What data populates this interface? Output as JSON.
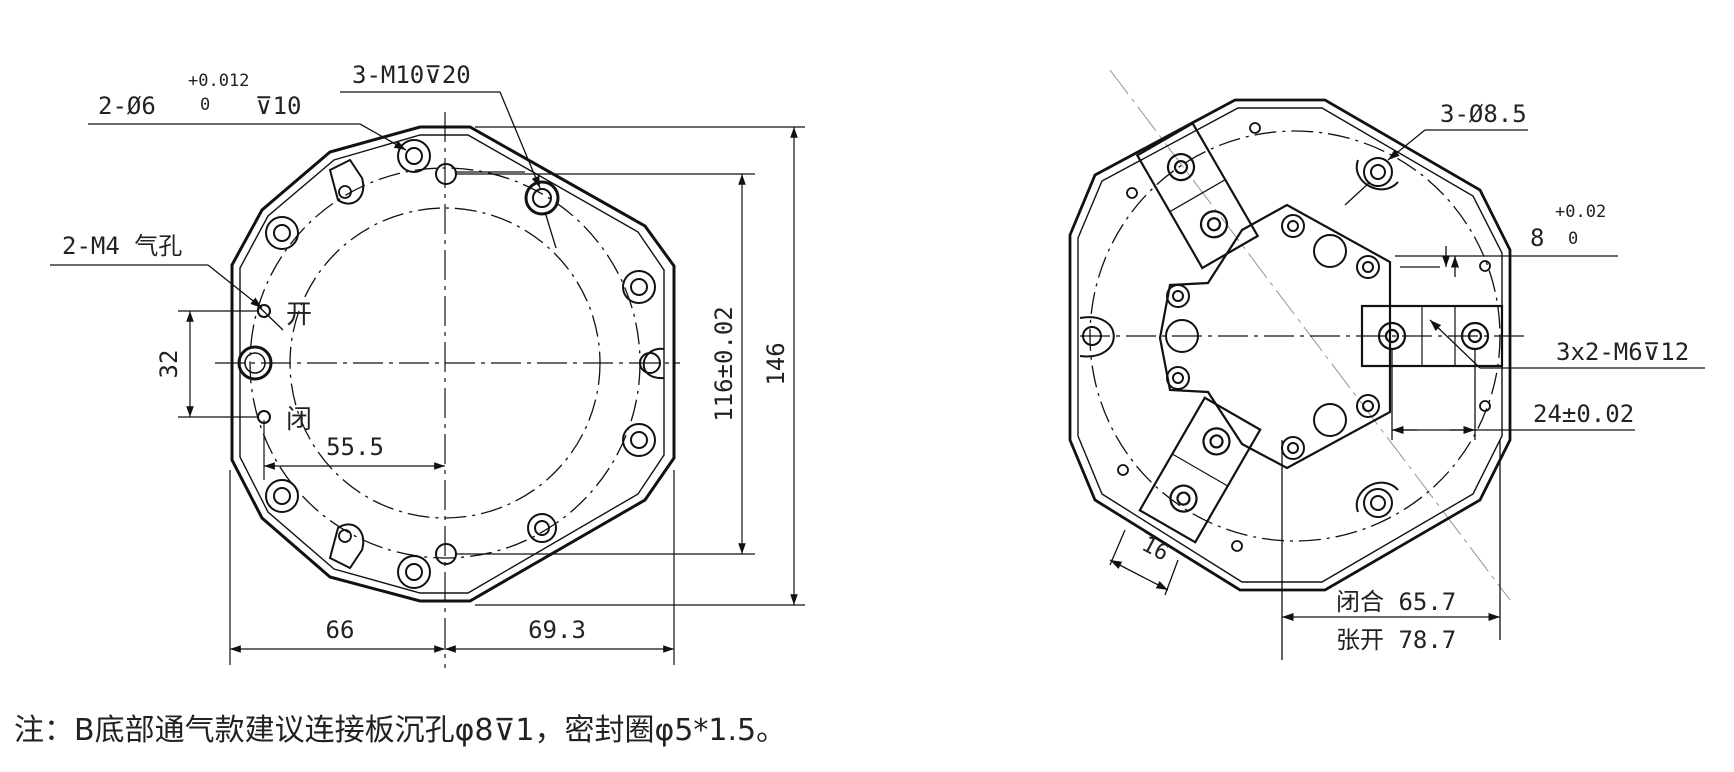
{
  "left_view": {
    "callout_pin": "2-Ø6",
    "callout_pin_tol_upper": "+0.012",
    "callout_pin_tol_lower": "0",
    "callout_pin_depth": "⊽10",
    "callout_thread": "3-M10⊽20",
    "callout_air": "2-M4 气孔",
    "label_open": "开",
    "label_close": "闭",
    "dim_32": "32",
    "dim_55_5": "55.5",
    "dim_116": "116±0.02",
    "dim_146": "146",
    "dim_66": "66",
    "dim_69_3": "69.3"
  },
  "right_view": {
    "callout_holes": "3-Ø8.5",
    "dim_slot": "8",
    "dim_slot_tol_upper": "+0.02",
    "dim_slot_tol_lower": "0",
    "callout_screws": "3x2-M6⊽12",
    "dim_24": "24±0.02",
    "dim_16": "16",
    "dim_closed": "闭合 65.7",
    "dim_open": "张开 78.7"
  },
  "note": "注：B底部通气款建议连接板沉孔φ8⊽1，密封圈φ5*1.5。"
}
